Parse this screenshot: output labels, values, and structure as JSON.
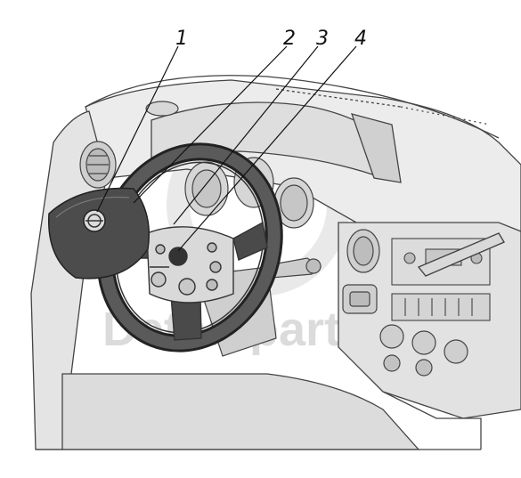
{
  "figure": {
    "callouts": [
      {
        "label": "1",
        "part": "airbag-module"
      },
      {
        "label": "2",
        "part": "steering-wheel"
      },
      {
        "label": "3",
        "part": "steering-wheel-spoke"
      },
      {
        "label": "4",
        "part": "horn-switch-pad"
      }
    ],
    "watermark": "Detali-parts",
    "colors": {
      "line": "#333333",
      "fill_light": "#e6e6e6",
      "fill_mid": "#bdbdbd",
      "fill_dark": "#555555"
    }
  }
}
